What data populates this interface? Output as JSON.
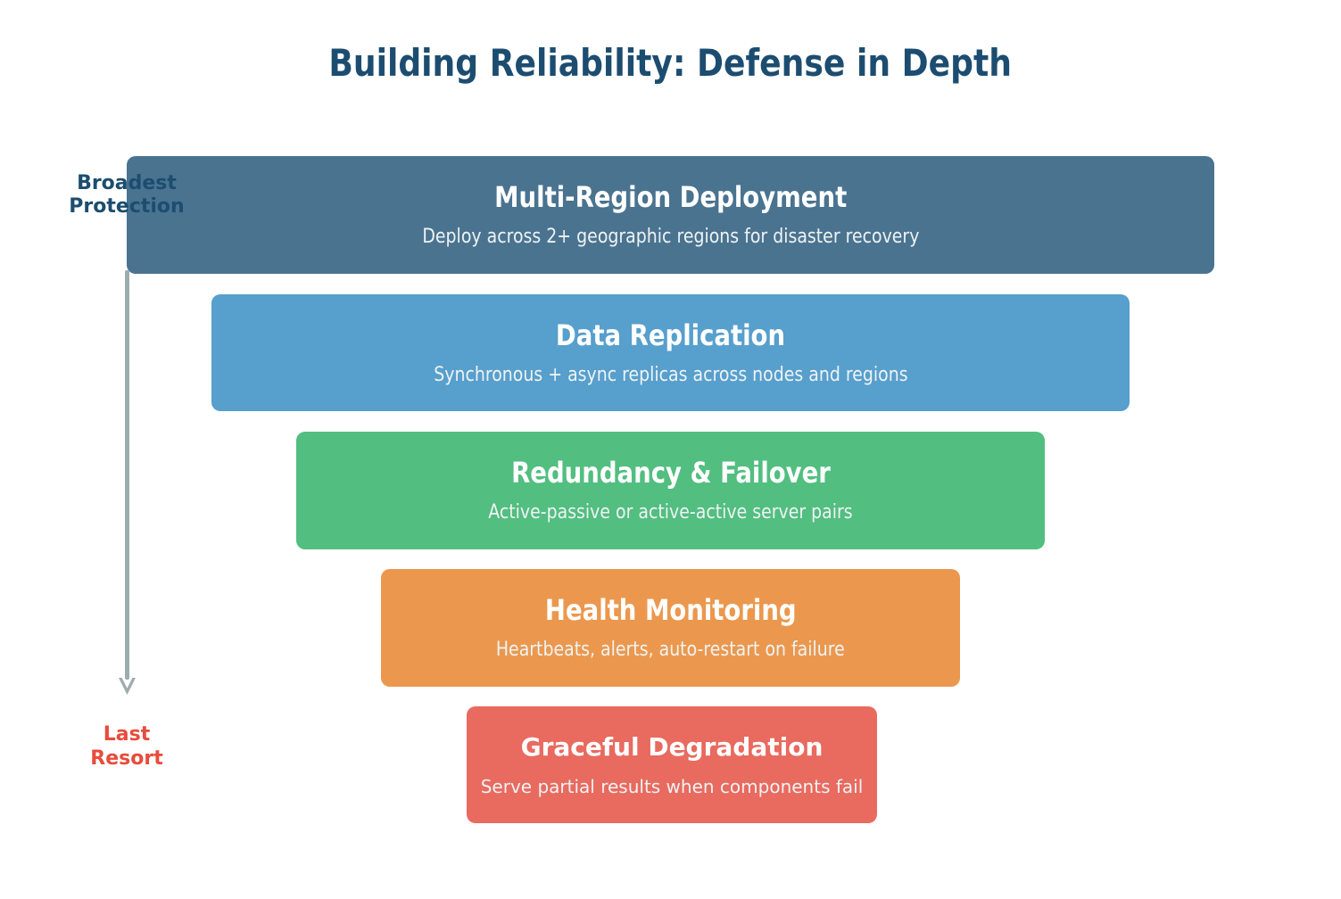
{
  "page_title": {
    "text": "Building Reliability: Defense in Depth",
    "color": "#1C4D70"
  },
  "side_annotations": {
    "top_label": {
      "line1": "Broadest",
      "line2": "Protection",
      "color": "#1C4D70"
    },
    "bottom_label": {
      "line1": "Last",
      "line2": "Resort",
      "color": "#E74C3C"
    },
    "arrow": {
      "direction": "down",
      "color": "#9DACAC"
    }
  },
  "text_colors": {
    "layer_title": "#FFFFFF",
    "layer_subtitle": "#EEF3F3"
  },
  "layers": [
    {
      "title": "Multi-Region Deployment",
      "subtitle": "Deploy across 2+ geographic regions for disaster recovery",
      "color": "#4A7390"
    },
    {
      "title": "Data Replication",
      "subtitle": "Synchronous + async replicas across nodes and regions",
      "color": "#579FCD"
    },
    {
      "title": "Redundancy & Failover",
      "subtitle": "Active-passive or active-active server pairs",
      "color": "#52BE80"
    },
    {
      "title": "Health Monitoring",
      "subtitle": "Heartbeats, alerts, auto-restart on failure",
      "color": "#EB984E"
    },
    {
      "title": "Graceful Degradation",
      "subtitle": "Serve partial results when components fail",
      "color": "#E96A5F"
    }
  ]
}
